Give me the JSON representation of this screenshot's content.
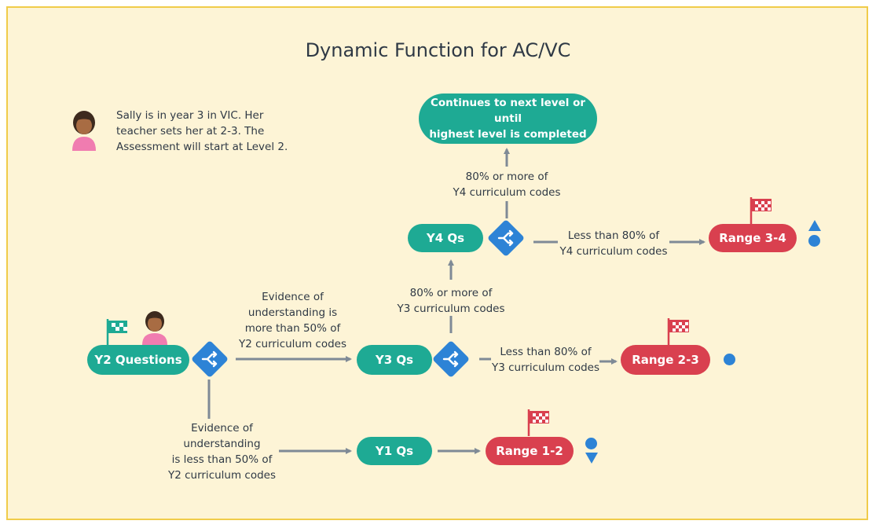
{
  "title": "Dynamic Function for AC/VC",
  "intro": {
    "line1": "Sally is in year 3 in VIC. Her",
    "line2": "teacher sets her at 2-3.  The",
    "line3": "Assessment will start at Level 2."
  },
  "nodes": {
    "y2": "Y2 Questions",
    "y3": "Y3 Qs",
    "y4": "Y4 Qs",
    "y1": "Y1 Qs",
    "range34": "Range 3-4",
    "range23": "Range 2-3",
    "range12": "Range 1-2",
    "continues": {
      "line1": "Continues to next level or until",
      "line2": "highest level is completed"
    }
  },
  "labels": {
    "y2_more": [
      "Evidence of",
      "understanding is",
      "more than 50% of",
      "Y2 curriculum codes"
    ],
    "y2_less": [
      "Evidence of",
      "understanding",
      "is less than 50% of",
      "Y2 curriculum codes"
    ],
    "y3_more": [
      "80% or more of",
      "Y3 curriculum codes"
    ],
    "y3_less": [
      "Less than 80% of",
      "Y3 curriculum codes"
    ],
    "y4_more": [
      "80% or more of",
      "Y4 curriculum codes"
    ],
    "y4_less": [
      "Less than 80% of",
      "Y4 curriculum codes"
    ]
  },
  "colors": {
    "teal": "#1eaa94",
    "red": "#d9404f",
    "blue": "#2d83d6",
    "arrow": "#7f8a96",
    "background": "#fdf4d6",
    "border": "#f0cc4a"
  },
  "icons": [
    "person-icon",
    "checkered-flag-icon",
    "split-icon",
    "dot-icon",
    "triangle-up-icon",
    "triangle-down-icon"
  ]
}
